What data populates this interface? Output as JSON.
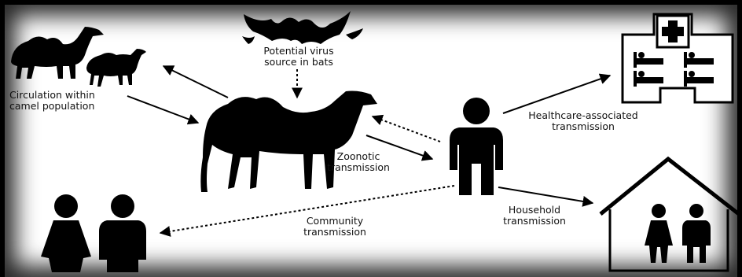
{
  "labels": {
    "bats_source": [
      "Potential virus",
      "source in bats"
    ],
    "camel_circulation": [
      "Circulation within",
      "camel population"
    ],
    "zoonotic": [
      "Zoonotic",
      "transmission"
    ],
    "healthcare": [
      "Healthcare-associated",
      "transmission"
    ],
    "community": [
      "Community",
      "transmission"
    ],
    "household": [
      "Household",
      "transmission"
    ]
  },
  "icons": {
    "bats": "bat-icon",
    "camels_group": "camel-icon",
    "main_camel": "camel-icon",
    "person": "person-icon",
    "hospital": "hospital-icon",
    "house": "house-icon",
    "couple": "couple-icon"
  },
  "colors": {
    "ink": "#000000",
    "background": "#ffffff"
  }
}
